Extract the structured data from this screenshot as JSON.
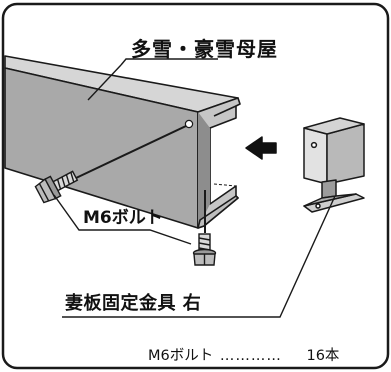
{
  "labels": {
    "title": "多雪・豪雪母屋",
    "bolt": "M6ボルト",
    "bracket": "妻板固定金具 右"
  },
  "parts_list": {
    "name": "M6ボルト",
    "leader": "…………",
    "quantity": "16本"
  },
  "colors": {
    "outline": "#1a1a1a",
    "purlin_top": "#d2d2d2",
    "purlin_web": "#a7a7a7",
    "purlin_edge": "#bdbdbd",
    "bracket_face": "#bcbcbc",
    "bracket_side": "#8e8e8e",
    "arrow": "#111111",
    "bolt_metal": "#c8c8c8"
  },
  "icons": {
    "direction_arrow": "arrow-right-icon",
    "hex_bolt": "hex-bolt-icon"
  }
}
